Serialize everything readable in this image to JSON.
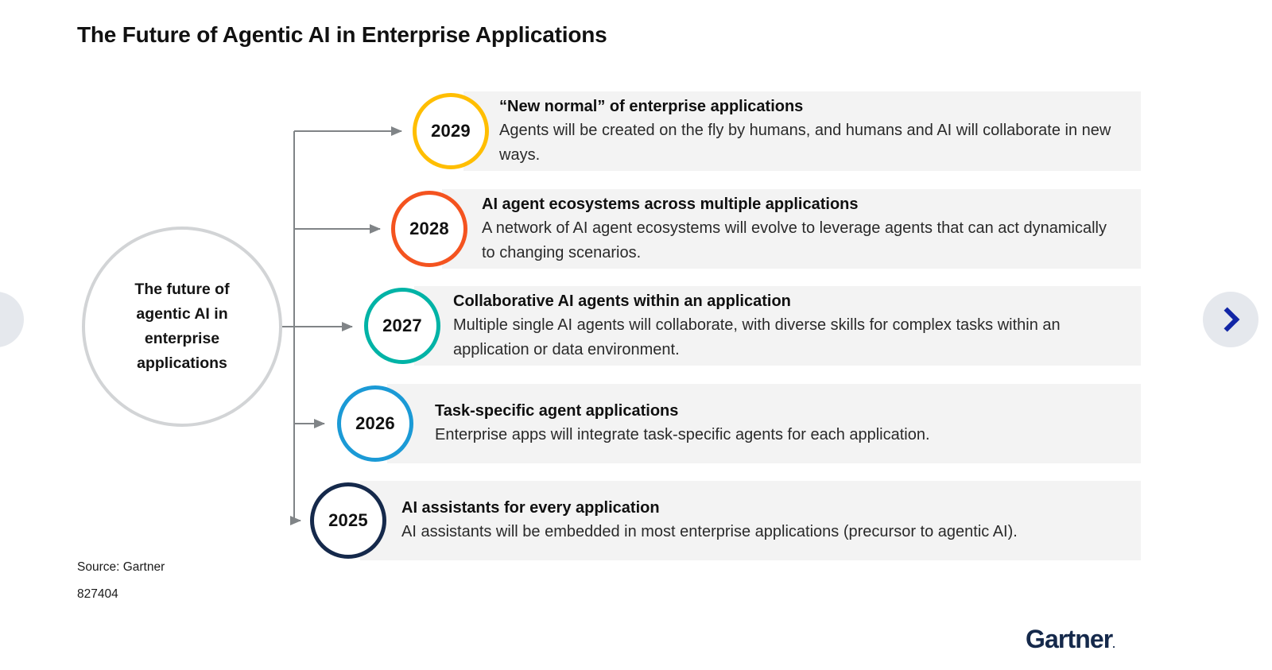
{
  "title": "The Future of Agentic AI in Enterprise Applications",
  "hub": {
    "label": "The future of agentic AI in enterprise applications"
  },
  "colors": {
    "year_2029": "#FFBE00",
    "year_2028": "#F4531F",
    "year_2027": "#00B3A6",
    "year_2026": "#1B9AD6",
    "year_2025": "#15294B",
    "hub_ring": "#D2D4D6",
    "row_band": "#F3F3F3",
    "connector": "#808487",
    "brand_navy": "#15294B",
    "nav_accent": "#1226A6",
    "nav_button_bg": "#E5E8ED"
  },
  "timeline": [
    {
      "year": "2029",
      "heading": "“New normal” of enterprise applications",
      "body": "Agents will be created on the fly by humans, and humans and AI will collaborate in new ways.",
      "color": "#FFBE00"
    },
    {
      "year": "2028",
      "heading": "AI agent ecosystems across multiple applications",
      "body": "A network of AI agent ecosystems will evolve to leverage agents that can act dynamically to changing scenarios.",
      "color": "#F4531F"
    },
    {
      "year": "2027",
      "heading": "Collaborative AI agents within an application",
      "body": "Multiple single AI agents will collaborate, with diverse skills for complex tasks within an application or data environment.",
      "color": "#00B3A6"
    },
    {
      "year": "2026",
      "heading": "Task-specific agent applications",
      "body": "Enterprise apps will integrate task-specific agents for each application.",
      "color": "#1B9AD6"
    },
    {
      "year": "2025",
      "heading": "AI assistants for every application",
      "body": "AI assistants will be embedded in most enterprise applications (precursor to agentic AI).",
      "color": "#15294B"
    }
  ],
  "footer": {
    "source": "Source: Gartner",
    "id": "827404",
    "logo": "Gartner",
    "logo_mark": "."
  },
  "nav": {
    "prev_icon": "chevron-left-icon",
    "next_icon": "chevron-right-icon"
  }
}
